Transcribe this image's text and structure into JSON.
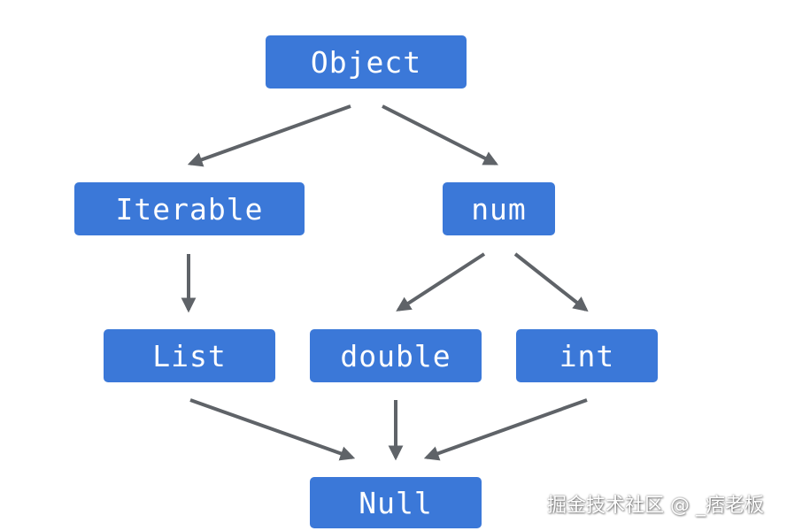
{
  "nodes": {
    "object": "Object",
    "iterable": "Iterable",
    "num": "num",
    "list": "List",
    "double": "double",
    "int": "int",
    "null": "Null"
  },
  "edges": [
    {
      "from": "Object",
      "to": "Iterable"
    },
    {
      "from": "Object",
      "to": "num"
    },
    {
      "from": "Iterable",
      "to": "List"
    },
    {
      "from": "num",
      "to": "double"
    },
    {
      "from": "num",
      "to": "int"
    },
    {
      "from": "List",
      "to": "Null"
    },
    {
      "from": "double",
      "to": "Null"
    },
    {
      "from": "int",
      "to": "Null"
    }
  ],
  "colors": {
    "node_fill": "#3b78d8",
    "node_text": "#ffffff",
    "arrow": "#5f6368"
  },
  "watermark": "掘金技术社区 @ _痞老板"
}
